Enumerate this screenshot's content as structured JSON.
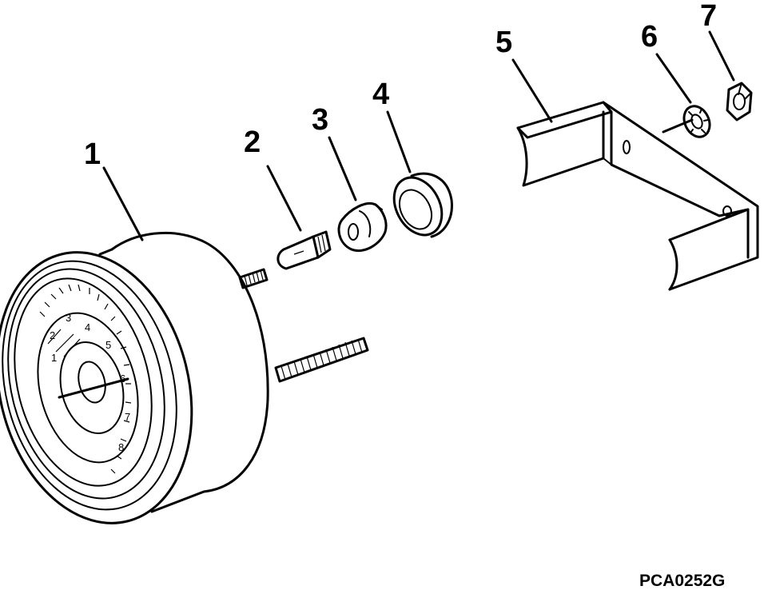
{
  "diagram": {
    "callouts": [
      {
        "id": "1",
        "label": "1"
      },
      {
        "id": "2",
        "label": "2"
      },
      {
        "id": "3",
        "label": "3"
      },
      {
        "id": "4",
        "label": "4"
      },
      {
        "id": "5",
        "label": "5"
      },
      {
        "id": "6",
        "label": "6"
      },
      {
        "id": "7",
        "label": "7"
      }
    ],
    "dial_numbers": [
      "1",
      "2",
      "3",
      "4",
      "5",
      "6",
      "7",
      "8"
    ],
    "figure_code": "PCA0252G"
  }
}
